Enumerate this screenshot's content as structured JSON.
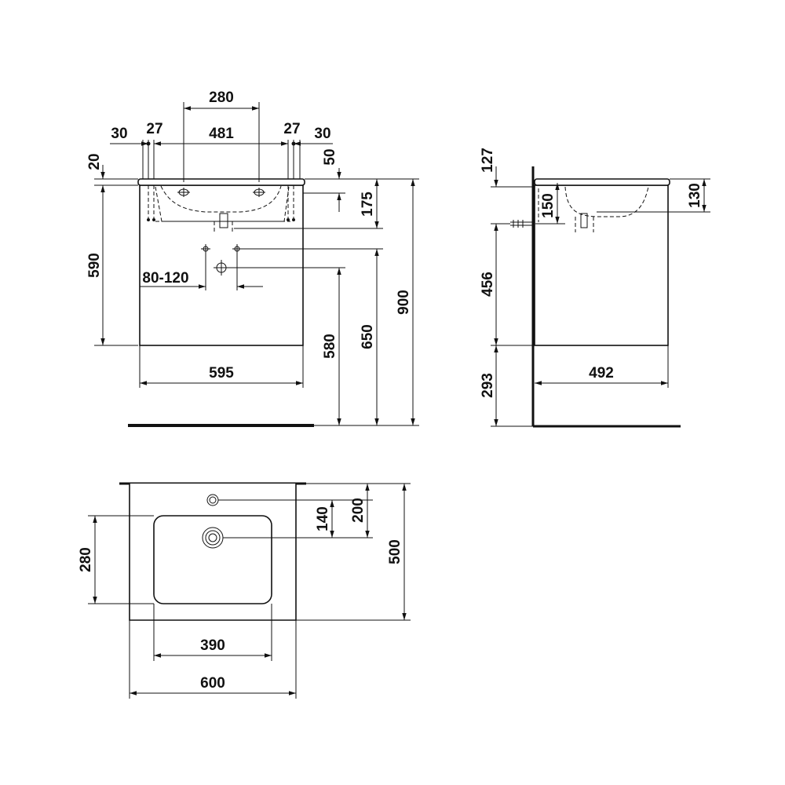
{
  "front_view": {
    "dim_top_280": "280",
    "dim_30_left": "30",
    "dim_27_left": "27",
    "dim_481": "481",
    "dim_27_right": "27",
    "dim_30_right": "30",
    "dim_20": "20",
    "dim_50": "50",
    "dim_175": "175",
    "dim_590": "590",
    "dim_80_120": "80-120",
    "dim_595": "595",
    "dim_580": "580",
    "dim_650": "650",
    "dim_900": "900"
  },
  "side_view": {
    "dim_127": "127",
    "dim_150": "150",
    "dim_130": "130",
    "dim_456": "456",
    "dim_293": "293",
    "dim_492": "492"
  },
  "top_view": {
    "dim_140": "140",
    "dim_200": "200",
    "dim_500": "500",
    "dim_280": "280",
    "dim_390": "390",
    "dim_600": "600"
  }
}
